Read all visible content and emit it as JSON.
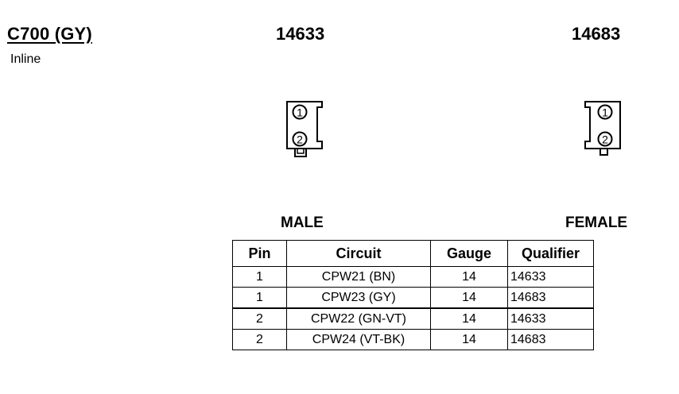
{
  "header": {
    "connector_id": "C700 (GY)",
    "connector_type": "Inline",
    "male_part_number": "14633",
    "female_part_number": "14683"
  },
  "views": {
    "male_label": "MALE",
    "female_label": "FEMALE",
    "male_pins": [
      "1",
      "2"
    ],
    "female_pins": [
      "1",
      "2"
    ]
  },
  "pin_table": {
    "headers": [
      "Pin",
      "Circuit",
      "Gauge",
      "Qualifier"
    ],
    "rows": [
      {
        "pin": "1",
        "circuit": "CPW21 (BN)",
        "gauge": "14",
        "qualifier": "14633"
      },
      {
        "pin": "1",
        "circuit": "CPW23 (GY)",
        "gauge": "14",
        "qualifier": "14683"
      },
      {
        "pin": "2",
        "circuit": "CPW22 (GN-VT)",
        "gauge": "14",
        "qualifier": "14633"
      },
      {
        "pin": "2",
        "circuit": "CPW24 (VT-BK)",
        "gauge": "14",
        "qualifier": "14683"
      }
    ]
  }
}
